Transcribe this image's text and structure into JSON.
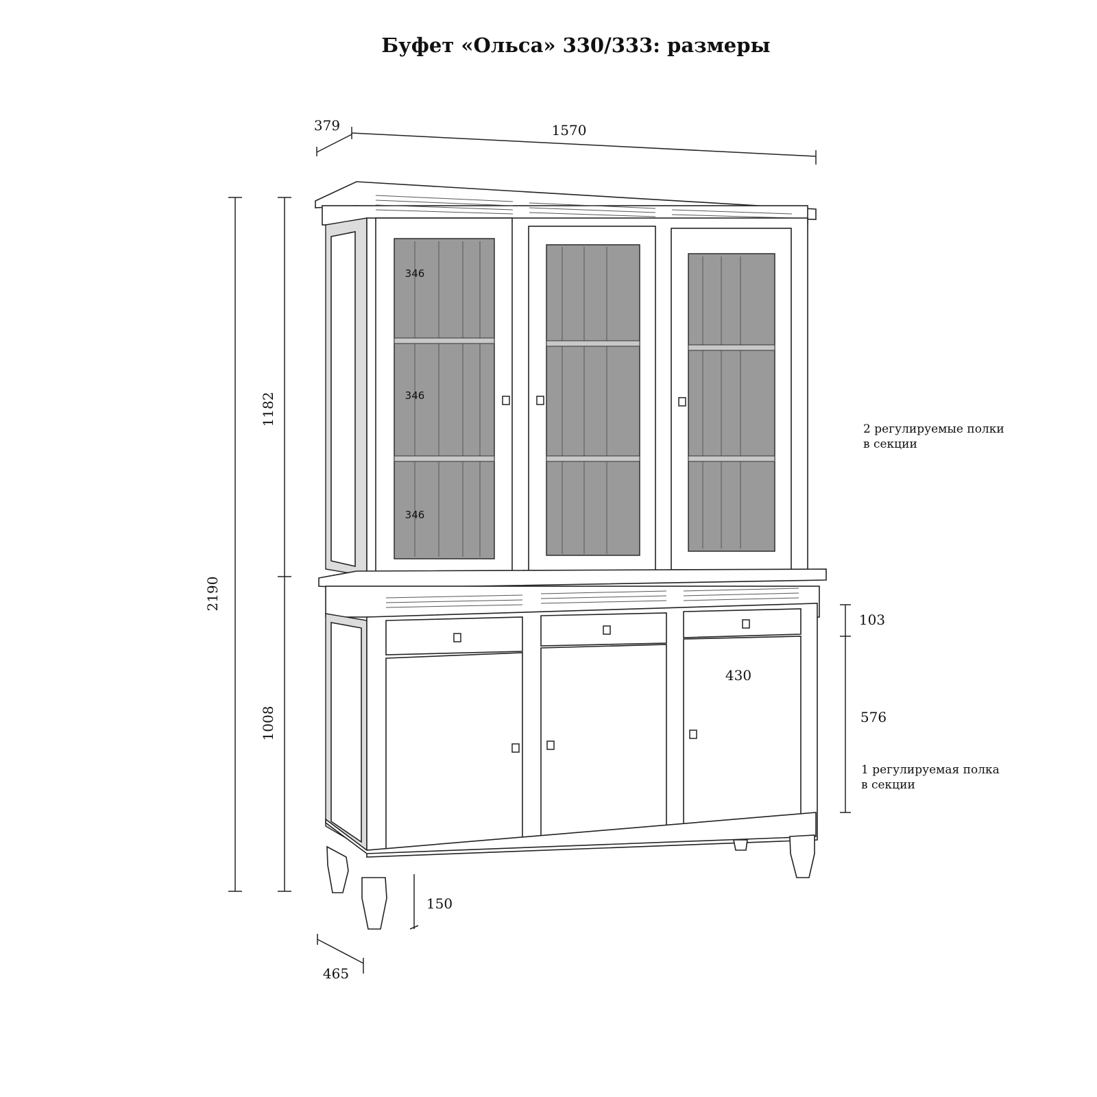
{
  "title": "Буфет «Ольса» 330/333: размеры",
  "dimensions": {
    "depth_top": "379",
    "width": "1570",
    "height_total": "2190",
    "height_top": "1182",
    "height_bottom": "1008",
    "shelf_spacing_1": "346",
    "shelf_spacing_2": "346",
    "shelf_spacing_3": "346",
    "drawer_height": "103",
    "door_height": "576",
    "section_width": "430",
    "leg_height": "150",
    "depth_bottom": "465"
  },
  "notes": {
    "top_line1": "2 регулируемые полки",
    "top_line2": "в секции",
    "bottom_line1": "1 регулируемая полка",
    "bottom_line2": "в секции"
  }
}
